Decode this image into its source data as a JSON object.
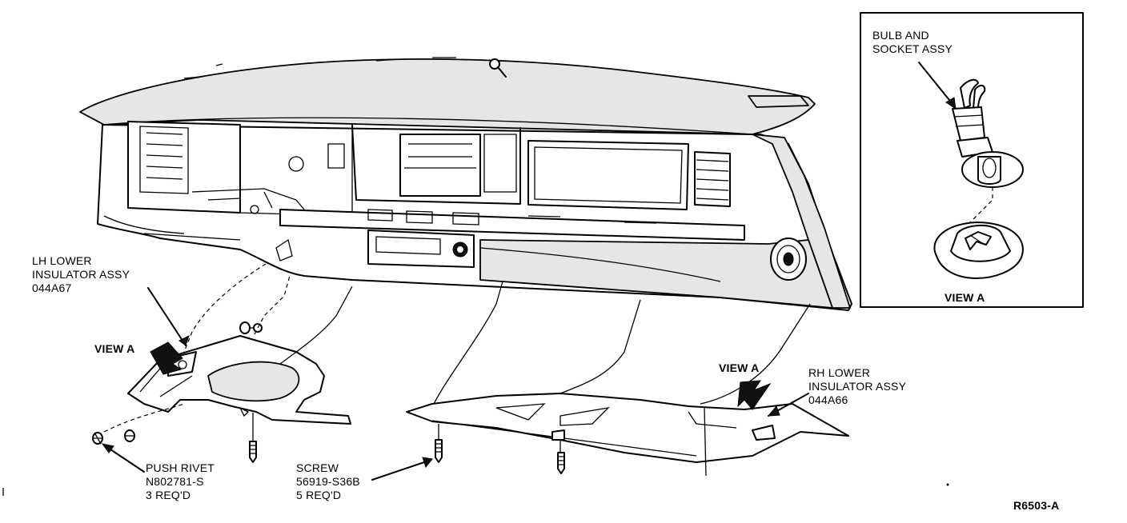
{
  "labels": {
    "bulb_socket": [
      "BULB AND",
      "SOCKET ASSY"
    ],
    "view_a_inset": "VIEW A",
    "lh_insulator": [
      "LH LOWER",
      "INSULATOR ASSY",
      "044A67"
    ],
    "view_a_left": "VIEW A",
    "view_a_right": "VIEW A",
    "rh_insulator": [
      "RH LOWER",
      "INSULATOR ASSY",
      "044A66"
    ],
    "push_rivet": [
      "PUSH RIVET",
      "N802781-S",
      "3 REQ'D"
    ],
    "screw": [
      "SCREW",
      "56919-S36B",
      "5 REQ'D"
    ],
    "figure_code": "R6503-A"
  }
}
